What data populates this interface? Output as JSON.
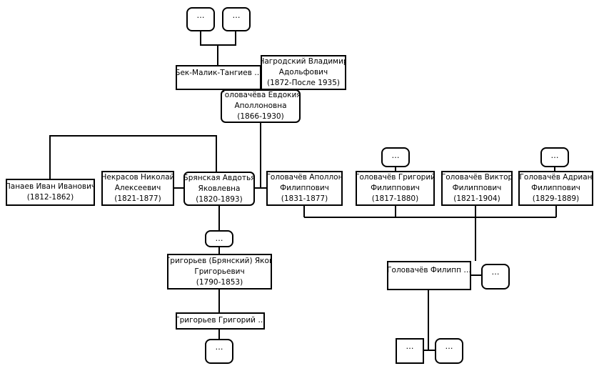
{
  "more_label": "…",
  "people": {
    "bek_malik": {
      "line1": "Бек-Малик-Тангиев …"
    },
    "nagrodsky": {
      "line1": "Нагродский Владимир",
      "line2": "Адольфович",
      "line3": "(1872-После 1935)"
    },
    "golovacheva_evdokia": {
      "line1": "Головачёва Евдокия",
      "line2": "Аполлоновна",
      "line3": "(1866-1930)"
    },
    "panaev": {
      "line1": "Панаев Иван Иванович",
      "line2": "(1812-1862)"
    },
    "nekrasov": {
      "line1": "Некрасов Николай",
      "line2": "Алексеевич",
      "line3": "(1821-1877)"
    },
    "bryanskaya": {
      "line1": "Брянская Авдотья",
      "line2": "Яковлевна",
      "line3": "(1820-1893)"
    },
    "golovachev_apollon": {
      "line1": "Головачёв Аполлон",
      "line2": "Филиппович",
      "line3": "(1831-1877)"
    },
    "golovachev_grigory": {
      "line1": "Головачёв Григорий",
      "line2": "Филиппович",
      "line3": "(1817-1880)"
    },
    "golovachev_viktor": {
      "line1": "Головачёв Виктор",
      "line2": "Филиппович",
      "line3": "(1821-1904)"
    },
    "golovachev_adrian": {
      "line1": "Головачёв Адриан",
      "line2": "Филиппович",
      "line3": "(1829-1889)"
    },
    "grigoryev_yakov": {
      "line1": "Григорьев (Брянский) Яков",
      "line2": "Григорьевич",
      "line3": "(1790-1853)"
    },
    "grigoryev_grigory": {
      "line1": "Григорьев Григорий …"
    },
    "golovachev_filipp": {
      "line1": "Головачёв Филипп …"
    }
  }
}
